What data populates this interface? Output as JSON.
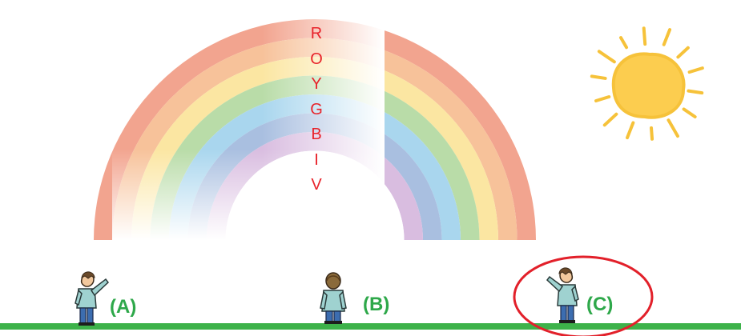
{
  "rainbow": {
    "bands": [
      {
        "letter": "R",
        "color": "#f2a48f"
      },
      {
        "letter": "O",
        "color": "#f7c29a"
      },
      {
        "letter": "Y",
        "color": "#fbe6a2"
      },
      {
        "letter": "G",
        "color": "#b9dca8"
      },
      {
        "letter": "B",
        "color": "#a9d6ee"
      },
      {
        "letter": "I",
        "color": "#a9bfe0"
      },
      {
        "letter": "V",
        "color": "#d9bde0"
      }
    ]
  },
  "sun": {
    "color": "#fccd4f",
    "ray_color": "#f6c23a"
  },
  "ground": {
    "color": "#3db24a"
  },
  "observers": [
    {
      "label": "(A)",
      "pose": "pointing-up"
    },
    {
      "label": "(B)",
      "pose": "facing-away"
    },
    {
      "label": "(C)",
      "pose": "pointing-up",
      "highlighted": true
    }
  ],
  "highlight": {
    "color": "#e2202a"
  },
  "label_color": "#2ea84a"
}
